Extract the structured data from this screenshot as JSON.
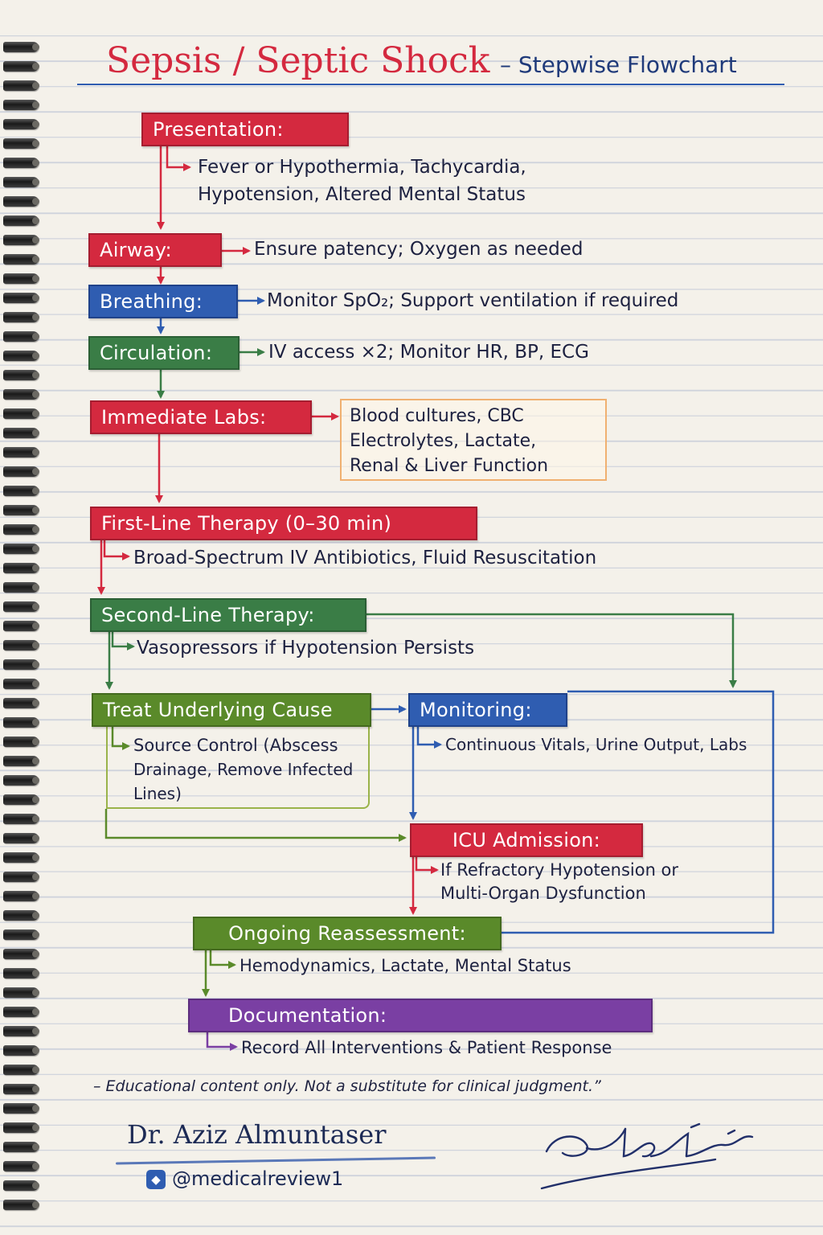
{
  "title": {
    "main": "Sepsis / Septic Shock",
    "sub": "– Stepwise Flowchart"
  },
  "colors": {
    "red": "#d4293f",
    "blue": "#2f5db1",
    "green": "#3a7d46",
    "olive": "#5a8a2a",
    "purple": "#7a3fa3",
    "orange": "#f0b070"
  },
  "steps": {
    "presentation": {
      "label": "Presentation:",
      "text1": "Fever or Hypothermia, Tachycardia,",
      "text2": "Hypotension, Altered Mental Status"
    },
    "airway": {
      "label": "Airway:",
      "text": "Ensure patency; Oxygen as needed"
    },
    "breathing": {
      "label": "Breathing:",
      "text": "Monitor SpO₂; Support ventilation if required"
    },
    "circulation": {
      "label": "Circulation:",
      "text": "IV access ×2; Monitor HR, BP, ECG"
    },
    "labs": {
      "label": "Immediate Labs:",
      "line1": "Blood cultures, CBC",
      "line2": "Electrolytes, Lactate,",
      "line3": "Renal & Liver Function"
    },
    "first_line": {
      "label": "First-Line Therapy (0–30 min)",
      "text": "Broad-Spectrum IV Antibiotics, Fluid Resuscitation"
    },
    "second_line": {
      "label": "Second-Line Therapy:",
      "text": "Vasopressors if Hypotension Persists"
    },
    "cause": {
      "label": "Treat Underlying Cause",
      "line1": "Source Control (Abscess",
      "line2": "Drainage, Remove Infected",
      "line3": "Lines)"
    },
    "monitoring": {
      "label": "Monitoring:",
      "text": "Continuous Vitals, Urine Output, Labs"
    },
    "icu": {
      "label": "ICU Admission:",
      "line1": "If Refractory Hypotension or",
      "line2": "Multi-Organ Dysfunction"
    },
    "reassessment": {
      "label": "Ongoing Reassessment:",
      "text": "Hemodynamics, Lactate, Mental Status"
    },
    "documentation": {
      "label": "Documentation:",
      "text": "Record All Interventions & Patient Response"
    }
  },
  "disclaimer": "– Educational content only. Not a substitute for clinical judgment.”",
  "author": {
    "name": "Dr. Aziz Almuntaser",
    "handle": "@medicalreview1",
    "handle_icon": "twitter-icon"
  }
}
